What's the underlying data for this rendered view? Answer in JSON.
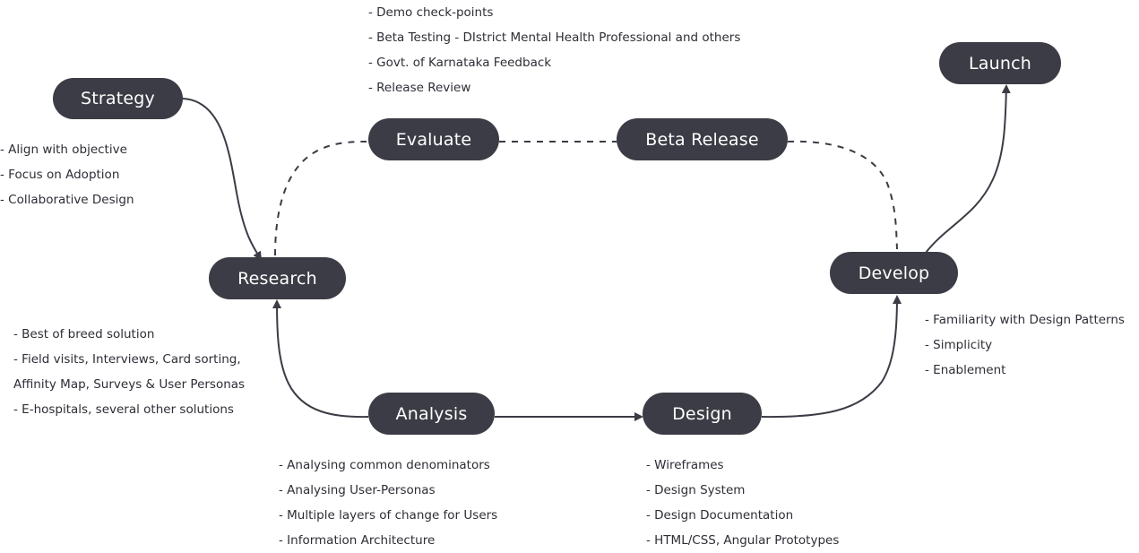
{
  "colors": {
    "node_fill": "#3b3c45",
    "node_text": "#ffffff",
    "edge": "#3b3c45",
    "note_text": "#2d2e36"
  },
  "nodes": {
    "strategy": "Strategy",
    "research": "Research",
    "evaluate": "Evaluate",
    "beta_release": "Beta Release",
    "develop": "Develop",
    "launch": "Launch",
    "analysis": "Analysis",
    "design": "Design"
  },
  "notes": {
    "evaluate": [
      "- Demo check-points",
      "- Beta Testing - DIstrict Mental Health Professional and others",
      "- Govt. of Karnataka Feedback",
      "- Release Review"
    ],
    "strategy": [
      "- Align with objective",
      "- Focus on Adoption",
      "- Collaborative Design"
    ],
    "research": [
      "- Best of breed solution",
      "- Field visits, Interviews, Card sorting,",
      "Affinity Map, Surveys & User Personas",
      "- E-hospitals, several other solutions"
    ],
    "develop": [
      "- Familiarity with Design Patterns",
      "- Simplicity",
      "- Enablement"
    ],
    "analysis": [
      "- Analysing common denominators",
      "- Analysing User-Personas",
      "- Multiple layers of change for Users",
      "- Information Architecture"
    ],
    "design": [
      "- Wireframes",
      "- Design System",
      "- Design Documentation",
      "- HTML/CSS, Angular Prototypes"
    ]
  },
  "edges": [
    {
      "from": "strategy",
      "to": "research",
      "style": "solid",
      "arrow": true
    },
    {
      "from": "research",
      "to": "evaluate",
      "style": "dashed",
      "arrow": false
    },
    {
      "from": "evaluate",
      "to": "beta_release",
      "style": "dashed",
      "arrow": false
    },
    {
      "from": "beta_release",
      "to": "develop",
      "style": "dashed",
      "arrow": false
    },
    {
      "from": "develop",
      "to": "launch",
      "style": "solid",
      "arrow": true
    },
    {
      "from": "analysis",
      "to": "research",
      "style": "solid",
      "arrow": true
    },
    {
      "from": "analysis",
      "to": "design",
      "style": "solid",
      "arrow": true
    },
    {
      "from": "design",
      "to": "develop",
      "style": "solid",
      "arrow": true
    }
  ]
}
